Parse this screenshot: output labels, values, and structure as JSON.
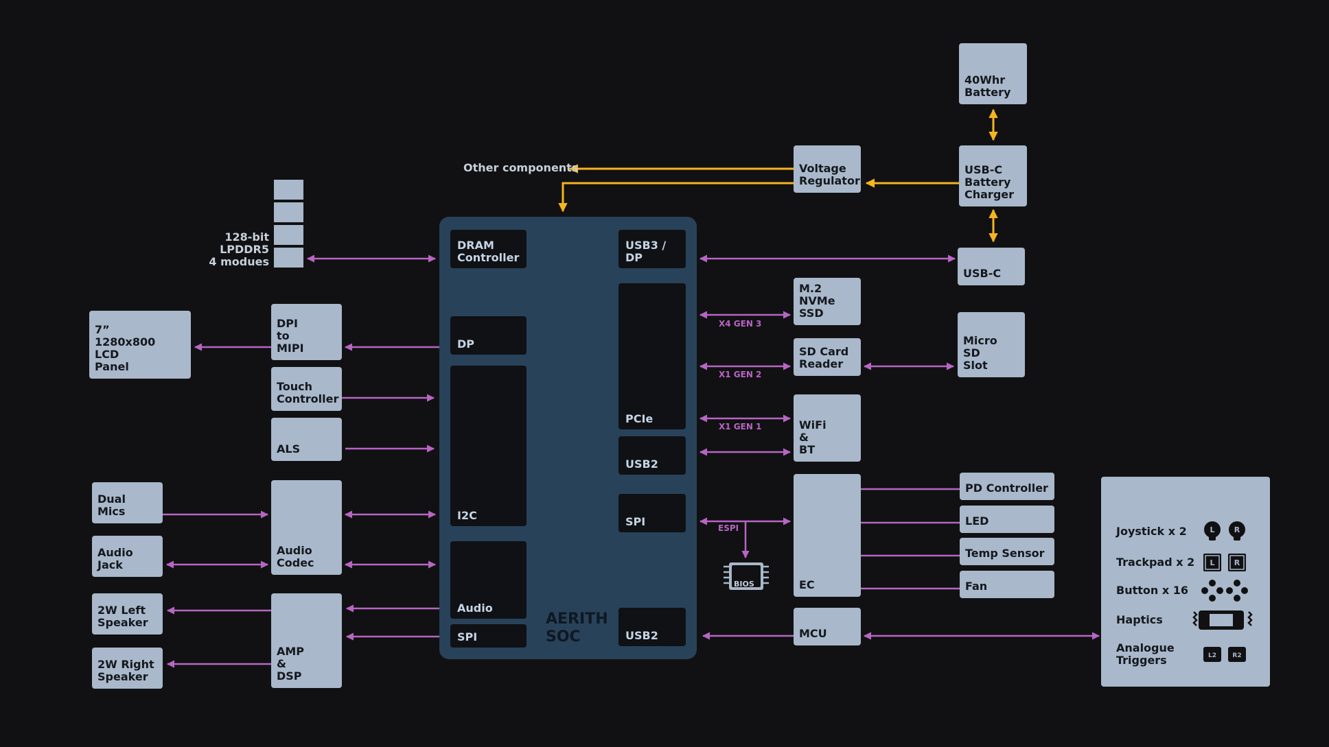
{
  "colors": {
    "background": "#111113",
    "box": "#a9b8ca",
    "soc": "#284259",
    "port": "#0f1115",
    "data_link": "#b865c4",
    "power_link": "#f4b51f"
  },
  "power": {
    "battery": "40Whr\nBattery",
    "charger": "USB-C\nBattery\nCharger",
    "regulators": "Voltage\nRegulators",
    "other": "Other components"
  },
  "memory": {
    "label": "128-bit\nLPDDR5\n4 modues"
  },
  "left": {
    "lcd": "7”\n1280x800\nLCD\nPanel",
    "dpi": "DPI\nto\nMIPI",
    "touch": "Touch\nController",
    "als": "ALS",
    "mics": "Dual\nMics",
    "jack": "Audio\nJack",
    "codec": "Audio\nCodec",
    "left_speaker": "2W Left\nSpeaker",
    "right_speaker": "2W Right\nSpeaker",
    "amp": "AMP\n&\nDSP"
  },
  "soc": {
    "name": "AERITH\nSOC",
    "dram": "DRAM\nController",
    "dp": "DP",
    "i2c": "I2C",
    "audio": "Audio",
    "spi_left": "SPI",
    "usb3": "USB3 /\nDP",
    "pcie": "PCIe",
    "usb2_top": "USB2",
    "spi_right": "SPI",
    "usb2_bottom": "USB2"
  },
  "right": {
    "ssd": "M.2\nNVMe\nSSD",
    "sd_reader": "SD Card\nReader",
    "wifi": "WiFi\n&\nBT",
    "ec": "EC",
    "bios": "BIOS",
    "mcu": "MCU",
    "usbc": "USB-C",
    "microsd": "Micro\nSD\nSlot",
    "pd": "PD Controller",
    "led": "LED",
    "temp": "Temp Sensor",
    "fan": "Fan"
  },
  "bus_labels": {
    "x4": "X4 GEN 3",
    "x1a": "X1 GEN 2",
    "x1b": "X1 GEN 1",
    "espi": "ESPI"
  },
  "controls": {
    "rows": [
      {
        "label": "Joystick x 2",
        "icon": "joystick-icon",
        "glyphs": [
          "L",
          "R"
        ]
      },
      {
        "label": "Trackpad x 2",
        "icon": "trackpad-icon",
        "glyphs": [
          "L",
          "R"
        ]
      },
      {
        "label": "Button x 16",
        "icon": "button-cluster-icon"
      },
      {
        "label": "Haptics",
        "icon": "haptics-icon"
      },
      {
        "label": "Analogue\nTriggers",
        "icon": "trigger-icon",
        "glyphs": [
          "L2",
          "R2"
        ]
      }
    ]
  }
}
